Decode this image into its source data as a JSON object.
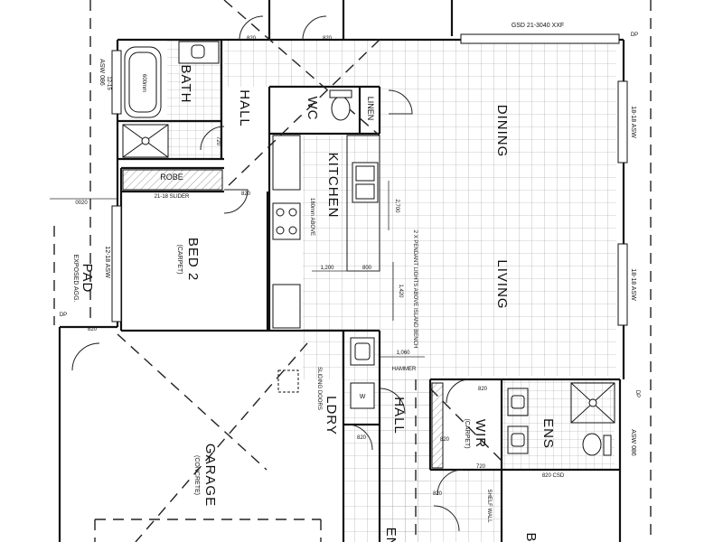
{
  "rooms": {
    "bath": "BATH",
    "hall_top": "HALL",
    "wc": "WC",
    "linen": "LINEN",
    "kitchen": "KITCHEN",
    "dining": "DINING",
    "living": "LIVING",
    "bed2": "BED 2",
    "bed2_floor": "(CARPET)",
    "robe": "ROBE",
    "pad": "PAD",
    "pad_note": "EXPOSED AGG.",
    "ldry": "LDRY",
    "hall_bottom": "HALL",
    "wir": "WIR",
    "wir_floor": "(CARPET)",
    "ens": "ENS",
    "garage": "GARAGE",
    "garage_floor": "(CONCRETE)",
    "ent": "EN",
    "bed1": "B"
  },
  "annotations": {
    "gsd": "GSD 21-3040 XXF",
    "slider": "21-18 SLIDER",
    "asw_left_top": "ASW 086",
    "asw_left_mid": "12-18 ASW",
    "asw_right_top": "18-18 ASW",
    "asw_right_mid": "18-18 ASW",
    "asw_right_bottom": "ASW 086",
    "pendant": "2 X PENDANT LIGHTS ABOVE ISLAND BENCH",
    "hwu": "HAMMER",
    "dp_top": "DP",
    "dp_right": "DP",
    "dp_left": "DP",
    "bath_size": "600mm",
    "csd_ens": "820 CSD",
    "dim_1200": "1,200",
    "dim_800": "800",
    "dim_1420": "1,420",
    "dim_2700": "2,700",
    "dim_1060": "1,060",
    "dim_720_wir": "720",
    "dim_820_a": "820",
    "dim_820_b": "820",
    "dim_720_hall": "720",
    "dim_820_c": "820",
    "dim_820_d": "820",
    "dim_820_e": "820",
    "dim_820_f": "820",
    "dim_820_g": "820",
    "dim_820_h": "820",
    "dim_0020": "0020",
    "dim_1515": "12-15",
    "cabinet_note": "180mm ABOVE",
    "ldry_note": "SLIDING DOORS",
    "wir_note": "SHELF WALL",
    "w_label": "W"
  }
}
